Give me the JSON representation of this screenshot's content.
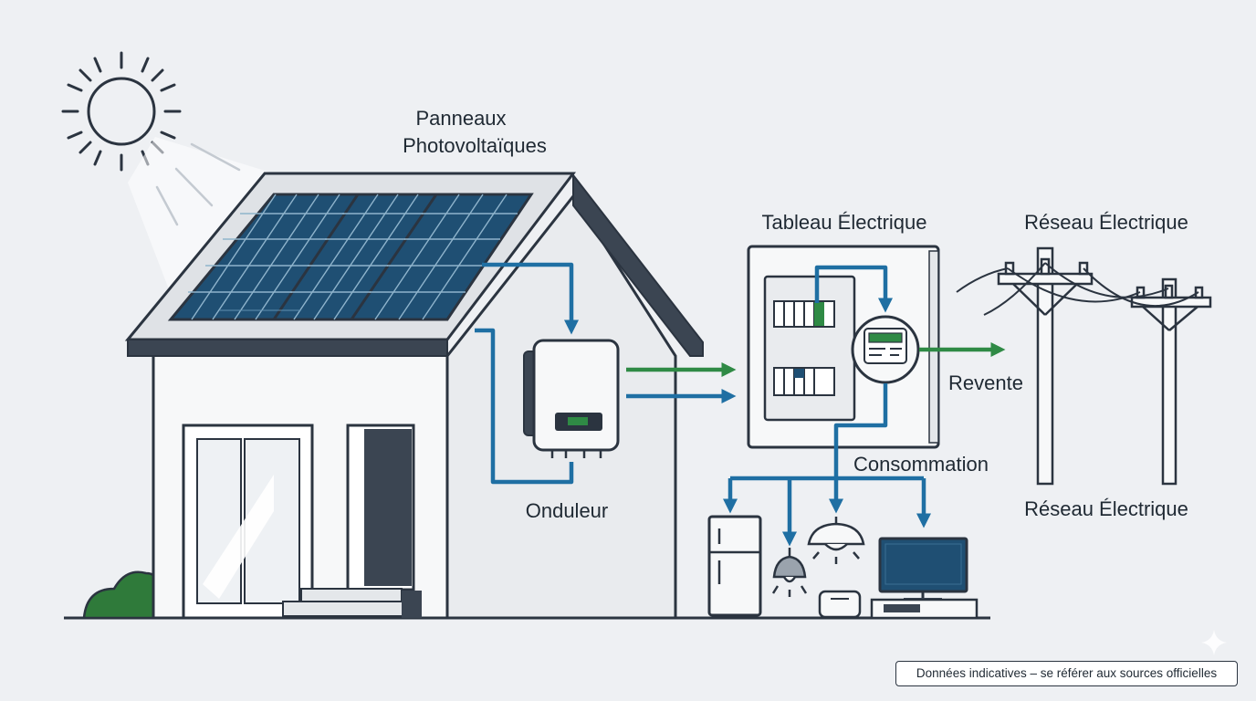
{
  "labels": {
    "panels_line1": "Panneaux",
    "panels_line2": "Photovoltaïques",
    "inverter": "Onduleur",
    "electrical_panel": "Tableau Électrique",
    "grid_top": "Réseau Électrique",
    "resale": "Revente",
    "consumption": "Consommation",
    "grid_bottom": "Réseau Électrique"
  },
  "footer": {
    "disclaimer": "Données indicatives – se référer aux sources officielles"
  },
  "colors": {
    "background": "#eef0f3",
    "outline": "#2b3440",
    "house_wall": "#e9ebee",
    "house_front": "#f7f8f9",
    "solar_blue": "#1f4f73",
    "flow_blue": "#1f6fa3",
    "flow_green": "#2f8a45",
    "meter_screen": "#2f8a45",
    "bush": "#2f7a3a"
  }
}
